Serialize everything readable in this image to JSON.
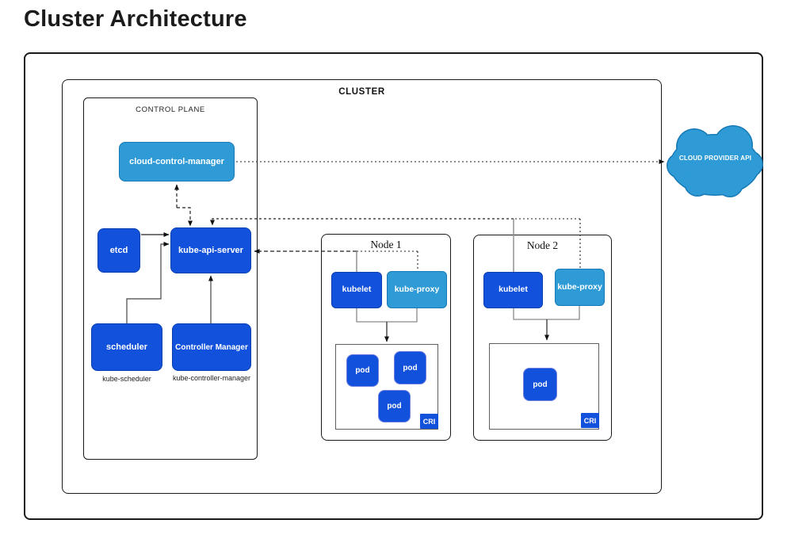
{
  "page": {
    "title": "Cluster Architecture"
  },
  "colors": {
    "primary_blue": "#1251DB",
    "light_blue": "#2E9BD6",
    "box_outline": "#1a1a1a",
    "cri_outline": "#5f5f5f"
  },
  "diagram": {
    "cluster_label": "CLUSTER",
    "control_plane": {
      "label": "CONTROL PLANE",
      "cloud_control_manager": "cloud-control-manager",
      "etcd": "etcd",
      "kube_api_server": "kube-api-server",
      "scheduler": "scheduler",
      "scheduler_sublabel": "kube-scheduler",
      "controller_manager": "Controller Manager",
      "controller_manager_sublabel": "kube-controller-manager"
    },
    "nodes": [
      {
        "label": "Node 1",
        "kubelet": "kubelet",
        "kube_proxy": "kube-proxy",
        "cri_label": "CRI",
        "pods": [
          "pod",
          "pod",
          "pod"
        ]
      },
      {
        "label": "Node 2",
        "kubelet": "kubelet",
        "kube_proxy": "kube-proxy",
        "cri_label": "CRI",
        "pods": [
          "pod"
        ]
      }
    ],
    "cloud_provider": {
      "label": "CLOUD PROVIDER API"
    }
  }
}
